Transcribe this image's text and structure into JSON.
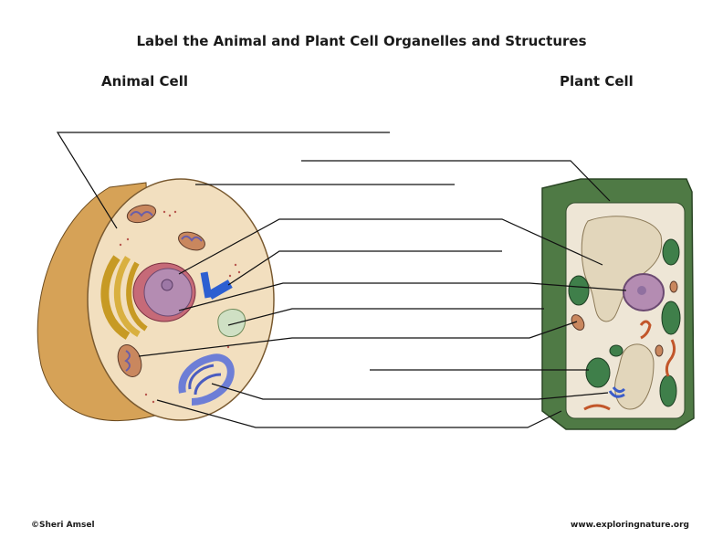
{
  "title": "Label the Animal and Plant Cell Organelles and Structures",
  "animal_heading": "Animal Cell",
  "plant_heading": "Plant Cell",
  "copyright": "©Sheri Amsel",
  "website": "www.exploringnature.org",
  "colors": {
    "line": "#111111",
    "animal_membrane": "#d8a55a",
    "animal_cytoplasm": "#f1dfbf",
    "nucleus": "#b98bb0",
    "golgi": "#c79a24",
    "er": "#5466c4",
    "plant_wall": "#4f7a45",
    "plant_cytoplasm": "#efe7d8",
    "vacuole": "#e2d6bb",
    "chloroplast": "#3f7f4a",
    "mitochondria": "#b97a5a"
  }
}
